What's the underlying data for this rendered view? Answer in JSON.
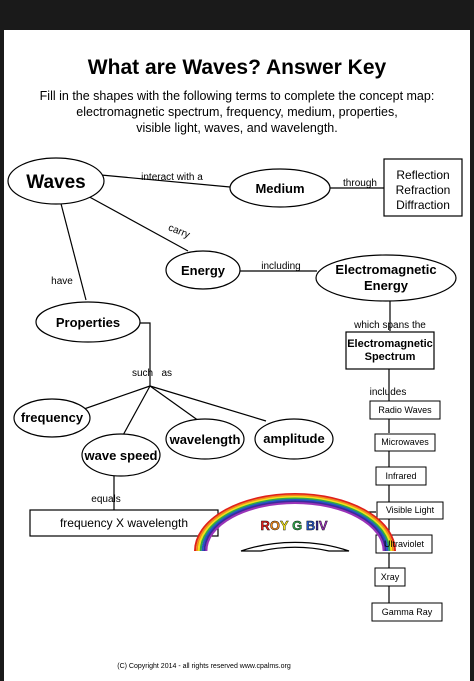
{
  "title": "What are Waves? Answer Key",
  "instructions": [
    "Fill in the shapes with the following terms to complete the concept map:",
    "electromagnetic spectrum, frequency, medium, properties,",
    "visible light, waves, and wavelength."
  ],
  "nodes": {
    "waves": "Waves",
    "medium": "Medium",
    "energy": "Energy",
    "electromagnetic_energy": [
      "Electromagnetic",
      "Energy"
    ],
    "properties": "Properties",
    "em_spectrum": [
      "Electromagnetic",
      "Spectrum"
    ],
    "frequency": "frequency",
    "wave_speed": "wave speed",
    "wavelength": "wavelength",
    "amplitude": "amplitude",
    "formula": "frequency X wavelength",
    "behaviors": [
      "Reflection",
      "Refraction",
      "Diffraction"
    ],
    "spectrum_bands": [
      "Radio Waves",
      "Microwaves",
      "Infrared",
      "Visible Light",
      "Ultraviolet",
      "Xray",
      "Gamma Ray"
    ]
  },
  "links": {
    "interact_with_a": "interact with a",
    "through": "through",
    "carry": "carry",
    "including": "including",
    "have": "have",
    "which_spans_the": "which spans the",
    "includes": "includes",
    "such_as": "such   as",
    "equals": "equals"
  },
  "rainbow": {
    "letters": [
      "R",
      "O",
      "Y",
      " ",
      "G",
      " ",
      "B",
      "I",
      "V"
    ],
    "colors": [
      "#e0201b",
      "#f08a1c",
      "#f2e21a",
      "#ffffff",
      "#2fa84a",
      "#ffffff",
      "#2456c8",
      "#3a2a9a",
      "#9a33b8"
    ],
    "arc_colors": [
      "#e0201b",
      "#f08a1c",
      "#f2e21a",
      "#2fa84a",
      "#2456c8",
      "#3a2a9a",
      "#9a33b8"
    ]
  },
  "copyright": "(C) Copyright 2014 - all rights reserved  www.cpalms.org"
}
